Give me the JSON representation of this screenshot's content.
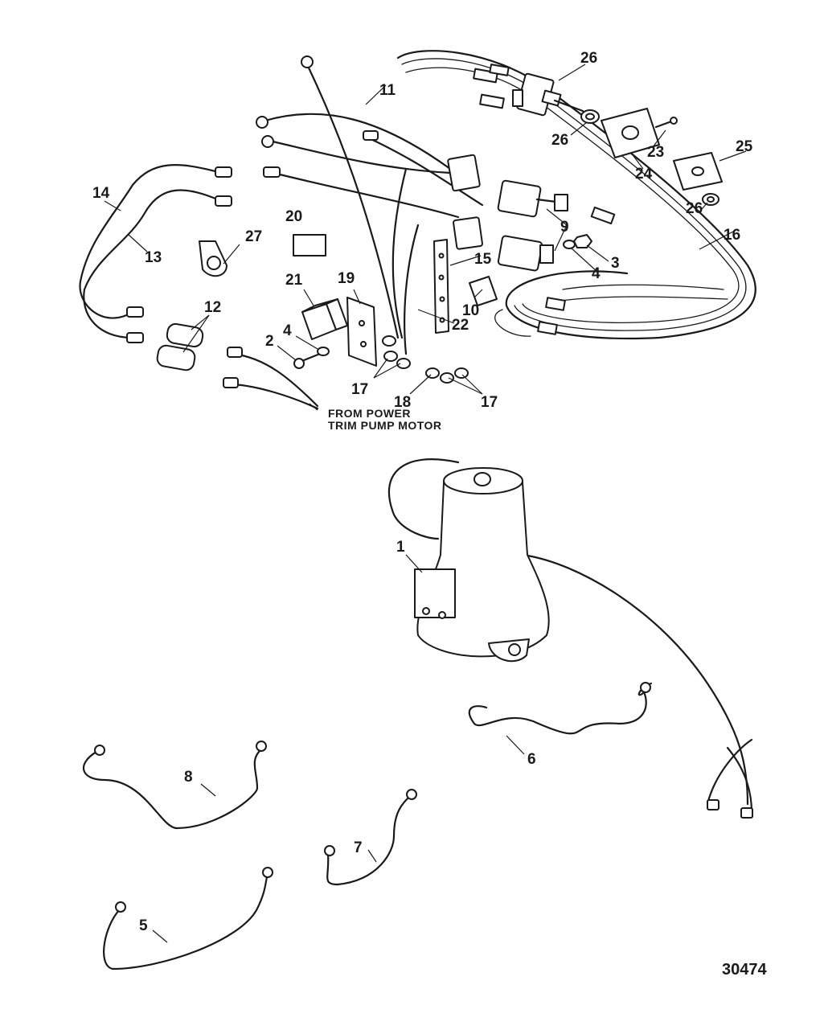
{
  "callouts": {
    "c1": "1",
    "c2": "2",
    "c3": "3",
    "c4a": "4",
    "c4b": "4",
    "c5": "5",
    "c6": "6",
    "c7": "7",
    "c8": "8",
    "c9": "9",
    "c10": "10",
    "c11": "11",
    "c12": "12",
    "c13": "13",
    "c14": "14",
    "c15": "15",
    "c16": "16",
    "c17a": "17",
    "c17b": "17",
    "c18": "18",
    "c19": "19",
    "c20": "20",
    "c21": "21",
    "c22": "22",
    "c23": "23",
    "c24": "24",
    "c25": "25",
    "c26a": "26",
    "c26b": "26",
    "c26c": "26",
    "c27": "27"
  },
  "note": {
    "line1": "FROM POWER",
    "line2": "TRIM PUMP MOTOR"
  },
  "figure_number": "30474"
}
